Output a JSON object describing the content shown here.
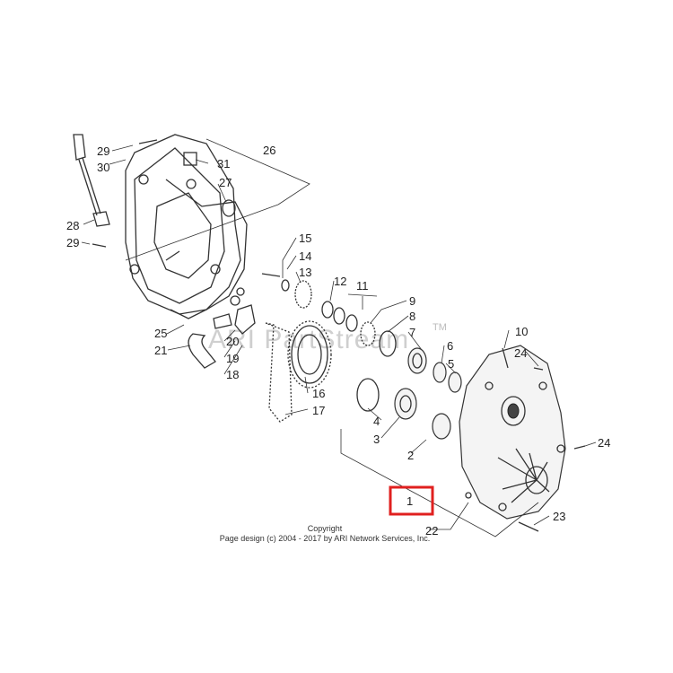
{
  "watermark": {
    "text": "ARI PartStream",
    "mark": "TM"
  },
  "copyright": {
    "line1": "Copyright",
    "line2": "Page design (c) 2004 - 2017 by ARI Network Services, Inc."
  },
  "highlight": {
    "label": "1",
    "color": "#e0201f"
  },
  "callouts": [
    "1",
    "2",
    "3",
    "4",
    "5",
    "6",
    "7",
    "8",
    "9",
    "10",
    "11",
    "12",
    "13",
    "14",
    "15",
    "16",
    "17",
    "18",
    "19",
    "20",
    "21",
    "22",
    "23",
    "24",
    "24",
    "25",
    "26",
    "27",
    "28",
    "29",
    "29",
    "30",
    "31"
  ]
}
